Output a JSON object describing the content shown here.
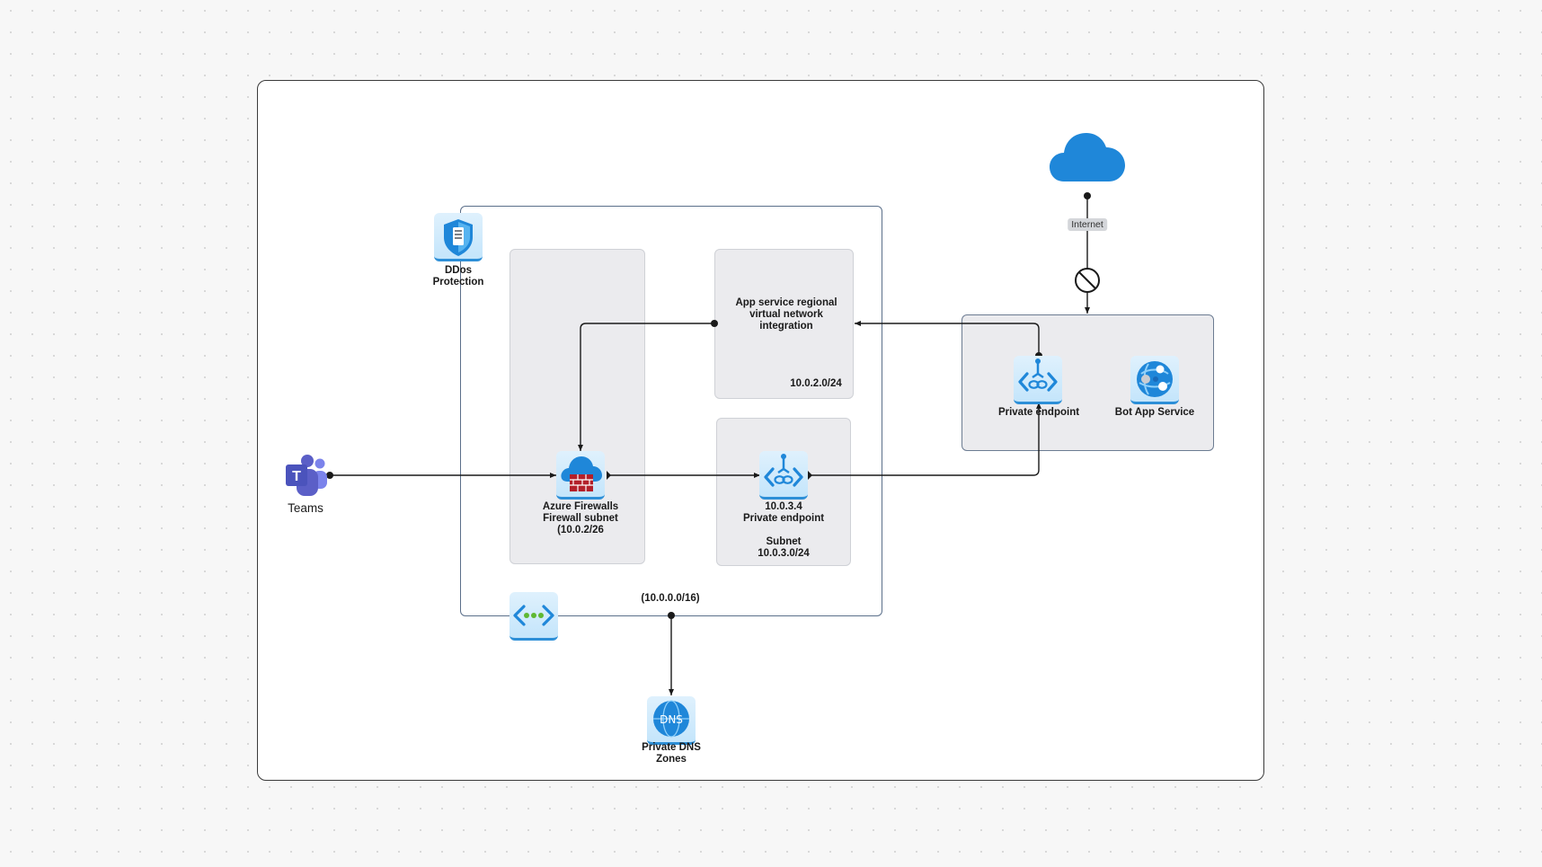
{
  "internet": {
    "label": "Internet"
  },
  "ddos": {
    "line1": "DDos",
    "line2": "Protection"
  },
  "teams": {
    "label": "Teams"
  },
  "firewall": {
    "line1": "Azure Firewalls",
    "line2": "Firewall subnet",
    "line3": "(10.0.2/26"
  },
  "app_integration": {
    "line1": "App service regional",
    "line2": "virtual network",
    "line3": "integration",
    "subnet": "10.0.2.0/24"
  },
  "pe_subnet": {
    "line1": "10.0.3.4",
    "line2": "Private endpoint",
    "line3": "Subnet",
    "line4": "10.0.3.0/24"
  },
  "vnet": {
    "cidr": "(10.0.0.0/16)"
  },
  "dns": {
    "line1": "Private DNS",
    "line2": "Zones"
  },
  "external": {
    "pe_label": "Private endpoint",
    "bot_label": "Bot App Service"
  },
  "colors": {
    "azure_blue": "#1f87d9",
    "panel_gray": "#ebebee",
    "teams_purple": "#5b5fc7"
  },
  "icons": [
    "cloud-icon",
    "block-icon",
    "ddos-shield-icon",
    "teams-icon",
    "firewall-icon",
    "private-endpoint-icon",
    "bot-app-service-icon",
    "vnet-icon",
    "dns-icon"
  ]
}
